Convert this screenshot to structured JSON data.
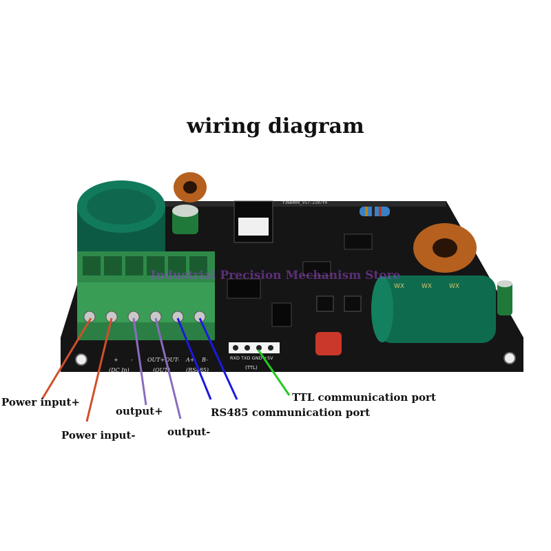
{
  "title": "wiring diagram",
  "watermark": "Industrial Precision Mechanism Store",
  "board": {
    "top_marking": "Y36B400_V57-2107Y0",
    "silkscreen": {
      "dc_plus": "+",
      "dc_minus": "-",
      "dc_in": "(DC In)",
      "out_plus": "OUT+",
      "out_minus": "OUT-",
      "out_group": "(OUT)",
      "a_plus": "A+",
      "b_minus": "B-",
      "rs485_group": "(RS485)",
      "ttl_pins": "RXD TXD GND +5V",
      "ttl_group": "(TTL)",
      "cap_mark": "WX"
    }
  },
  "callouts": [
    {
      "label": "Power input+",
      "color": "#d0502a"
    },
    {
      "label": "Power input-",
      "color": "#d0502a"
    },
    {
      "label": "output+",
      "color": "#8a6cc0"
    },
    {
      "label": "output-",
      "color": "#8a6cc0"
    },
    {
      "label": "RS485 communication port",
      "color": "#1a1ae0"
    },
    {
      "label": "TTL communication port",
      "color": "#22cc22"
    }
  ]
}
